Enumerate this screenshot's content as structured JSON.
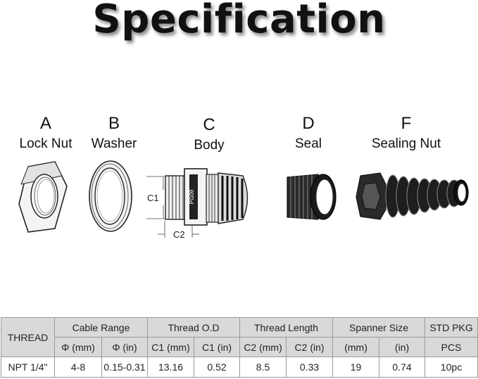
{
  "title": "Specification",
  "parts": [
    {
      "letter": "A",
      "name": "Lock Nut"
    },
    {
      "letter": "B",
      "name": "Washer"
    },
    {
      "letter": "C",
      "name": "Body"
    },
    {
      "letter": "D",
      "name": "Seal"
    },
    {
      "letter": "F",
      "name": "Sealing Nut"
    }
  ],
  "dimensions": {
    "c1": "C1",
    "c2": "C2",
    "body_mark": "PG09"
  },
  "table": {
    "groups": {
      "thread": "THREAD",
      "cable_range": "Cable Range",
      "thread_od": "Thread O.D",
      "thread_length": "Thread Length",
      "spanner_size": "Spanner Size",
      "std_pkg": "STD PKG"
    },
    "subheaders": [
      "Φ (mm)",
      "Φ (in)",
      "C1 (mm)",
      "C1 (in)",
      "C2 (mm)",
      "C2 (in)",
      "(mm)",
      "(in)",
      "PCS"
    ],
    "rows": [
      [
        "NPT 1/4\"",
        "4-8",
        "0.15-0.31",
        "13.16",
        "0.52",
        "8.5",
        "0.33",
        "19",
        "0.74",
        "10pc"
      ]
    ]
  }
}
